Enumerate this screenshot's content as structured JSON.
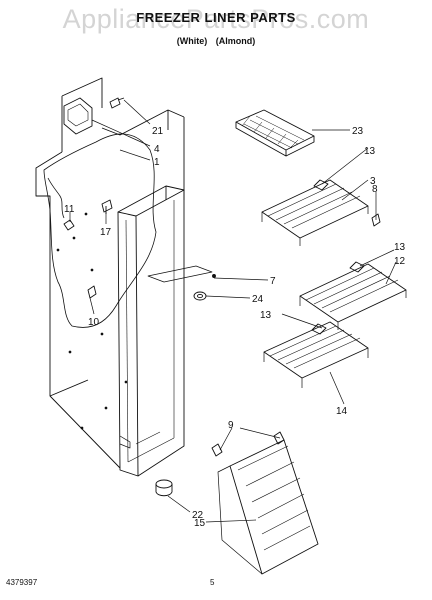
{
  "header": {
    "watermark": "AppliancePartsPros.com",
    "title": "FREEZER LINER PARTS",
    "models": "",
    "color_white": "(White)",
    "color_almond": "(Almond)"
  },
  "callouts": {
    "p21": "21",
    "p4": "4",
    "p1": "1",
    "p11": "11",
    "p17": "17",
    "p10": "10",
    "p23": "23",
    "p13a": "13",
    "p3": "3",
    "p8": "8",
    "p7": "7",
    "p24": "24",
    "p13b": "13",
    "p12": "12",
    "p13c": "13",
    "p14": "14",
    "p9": "9",
    "p22": "22",
    "p15": "15"
  },
  "footer": {
    "doc_number": "4379397",
    "page_number": "5"
  }
}
